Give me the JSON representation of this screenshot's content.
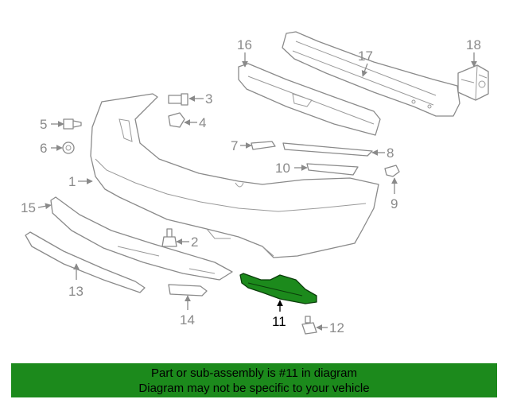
{
  "diagram": {
    "highlighted_part": "11",
    "highlight_color": "#1c8a1c",
    "line_color": "#8a8a8a",
    "callouts": [
      "1",
      "2",
      "3",
      "4",
      "5",
      "6",
      "7",
      "8",
      "9",
      "10",
      "11",
      "12",
      "13",
      "14",
      "15",
      "16",
      "17",
      "18"
    ]
  },
  "banner": {
    "line1": "Part or sub-assembly is #11 in diagram",
    "line2": "Diagram may not be specific to your vehicle",
    "background": "#1c8a1c"
  }
}
